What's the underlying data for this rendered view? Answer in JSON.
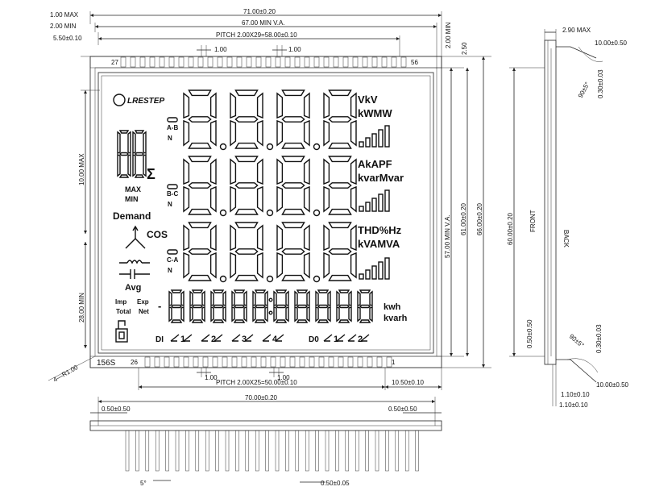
{
  "top_dims": {
    "d1": "1.00 MAX",
    "d2": "2.00 MIN",
    "d3": "5.50±0.10",
    "w71": "71.00±0.20",
    "va67": "67.00 MIN V.A.",
    "pitch_top": "PITCH 2.00X29=58.00±0.10",
    "p1": "1.00",
    "p2": "1.00"
  },
  "pins_top": {
    "left": "27",
    "right": "56"
  },
  "pins_bottom": {
    "left": "26",
    "right": "1"
  },
  "bottom_dims": {
    "p1": "1.00",
    "p2": "1.00",
    "pitch_bottom": "PITCH 2.00X25=50.00±0.10",
    "r": "10.50±0.10",
    "radius": "4—R1.00",
    "w70": "70.00±0.20",
    "m_left": "0.50±0.50",
    "m_right": "0.50±0.50",
    "angle": "5°",
    "pin_w": "0.50±0.05"
  },
  "left_dims": {
    "max10": "10.00 MAX",
    "min28": "28.00 MIN"
  },
  "right_dims": {
    "d200": "2.00 MIN",
    "d250": "2.50",
    "va57": "57.00 MIN V.A.",
    "d61": "61.00±0.20",
    "d66": "66.00±0.20"
  },
  "model": "156S",
  "lcd": {
    "logo": "LRESTEP",
    "units_row1a": "VkV",
    "units_row1b": "kWMW",
    "units_row2a": "AkAPF",
    "units_row2b": "kvarMvar",
    "units_row3a": "THD%Hz",
    "units_row3b": "kVAMVA",
    "units_row4a": "kwh",
    "units_row4b": "kvarh",
    "phase_ab": "A-B",
    "phase_bc": "B-C",
    "phase_ca": "C-A",
    "n1": "N",
    "n2": "N",
    "n3": "N",
    "sigma": "Σ",
    "max": "MAX",
    "min": "MIN",
    "demand": "Demand",
    "cos": "COS",
    "avg": "Avg",
    "imp": "Imp",
    "exp": "Exp",
    "total": "Total",
    "net": "Net",
    "minus": "-",
    "di": "DI",
    "do": "D0",
    "di_labels": [
      "1",
      "2",
      "3",
      "4"
    ],
    "do_labels": [
      "1",
      "2"
    ]
  },
  "side": {
    "d290": "2.90 MAX",
    "d1000a": "10.00±0.50",
    "ang1": "90±5°",
    "d030a": "0.30±0.03",
    "d6000": "60.00±0.20",
    "front": "FRONT",
    "back": "BACK",
    "d050": "0.50±0.50",
    "ang2": "90±5°",
    "d030b": "0.30±0.03",
    "d1000b": "10.00±0.50",
    "d110a": "1.10±0.10",
    "d110b": "1.10±0.10"
  }
}
